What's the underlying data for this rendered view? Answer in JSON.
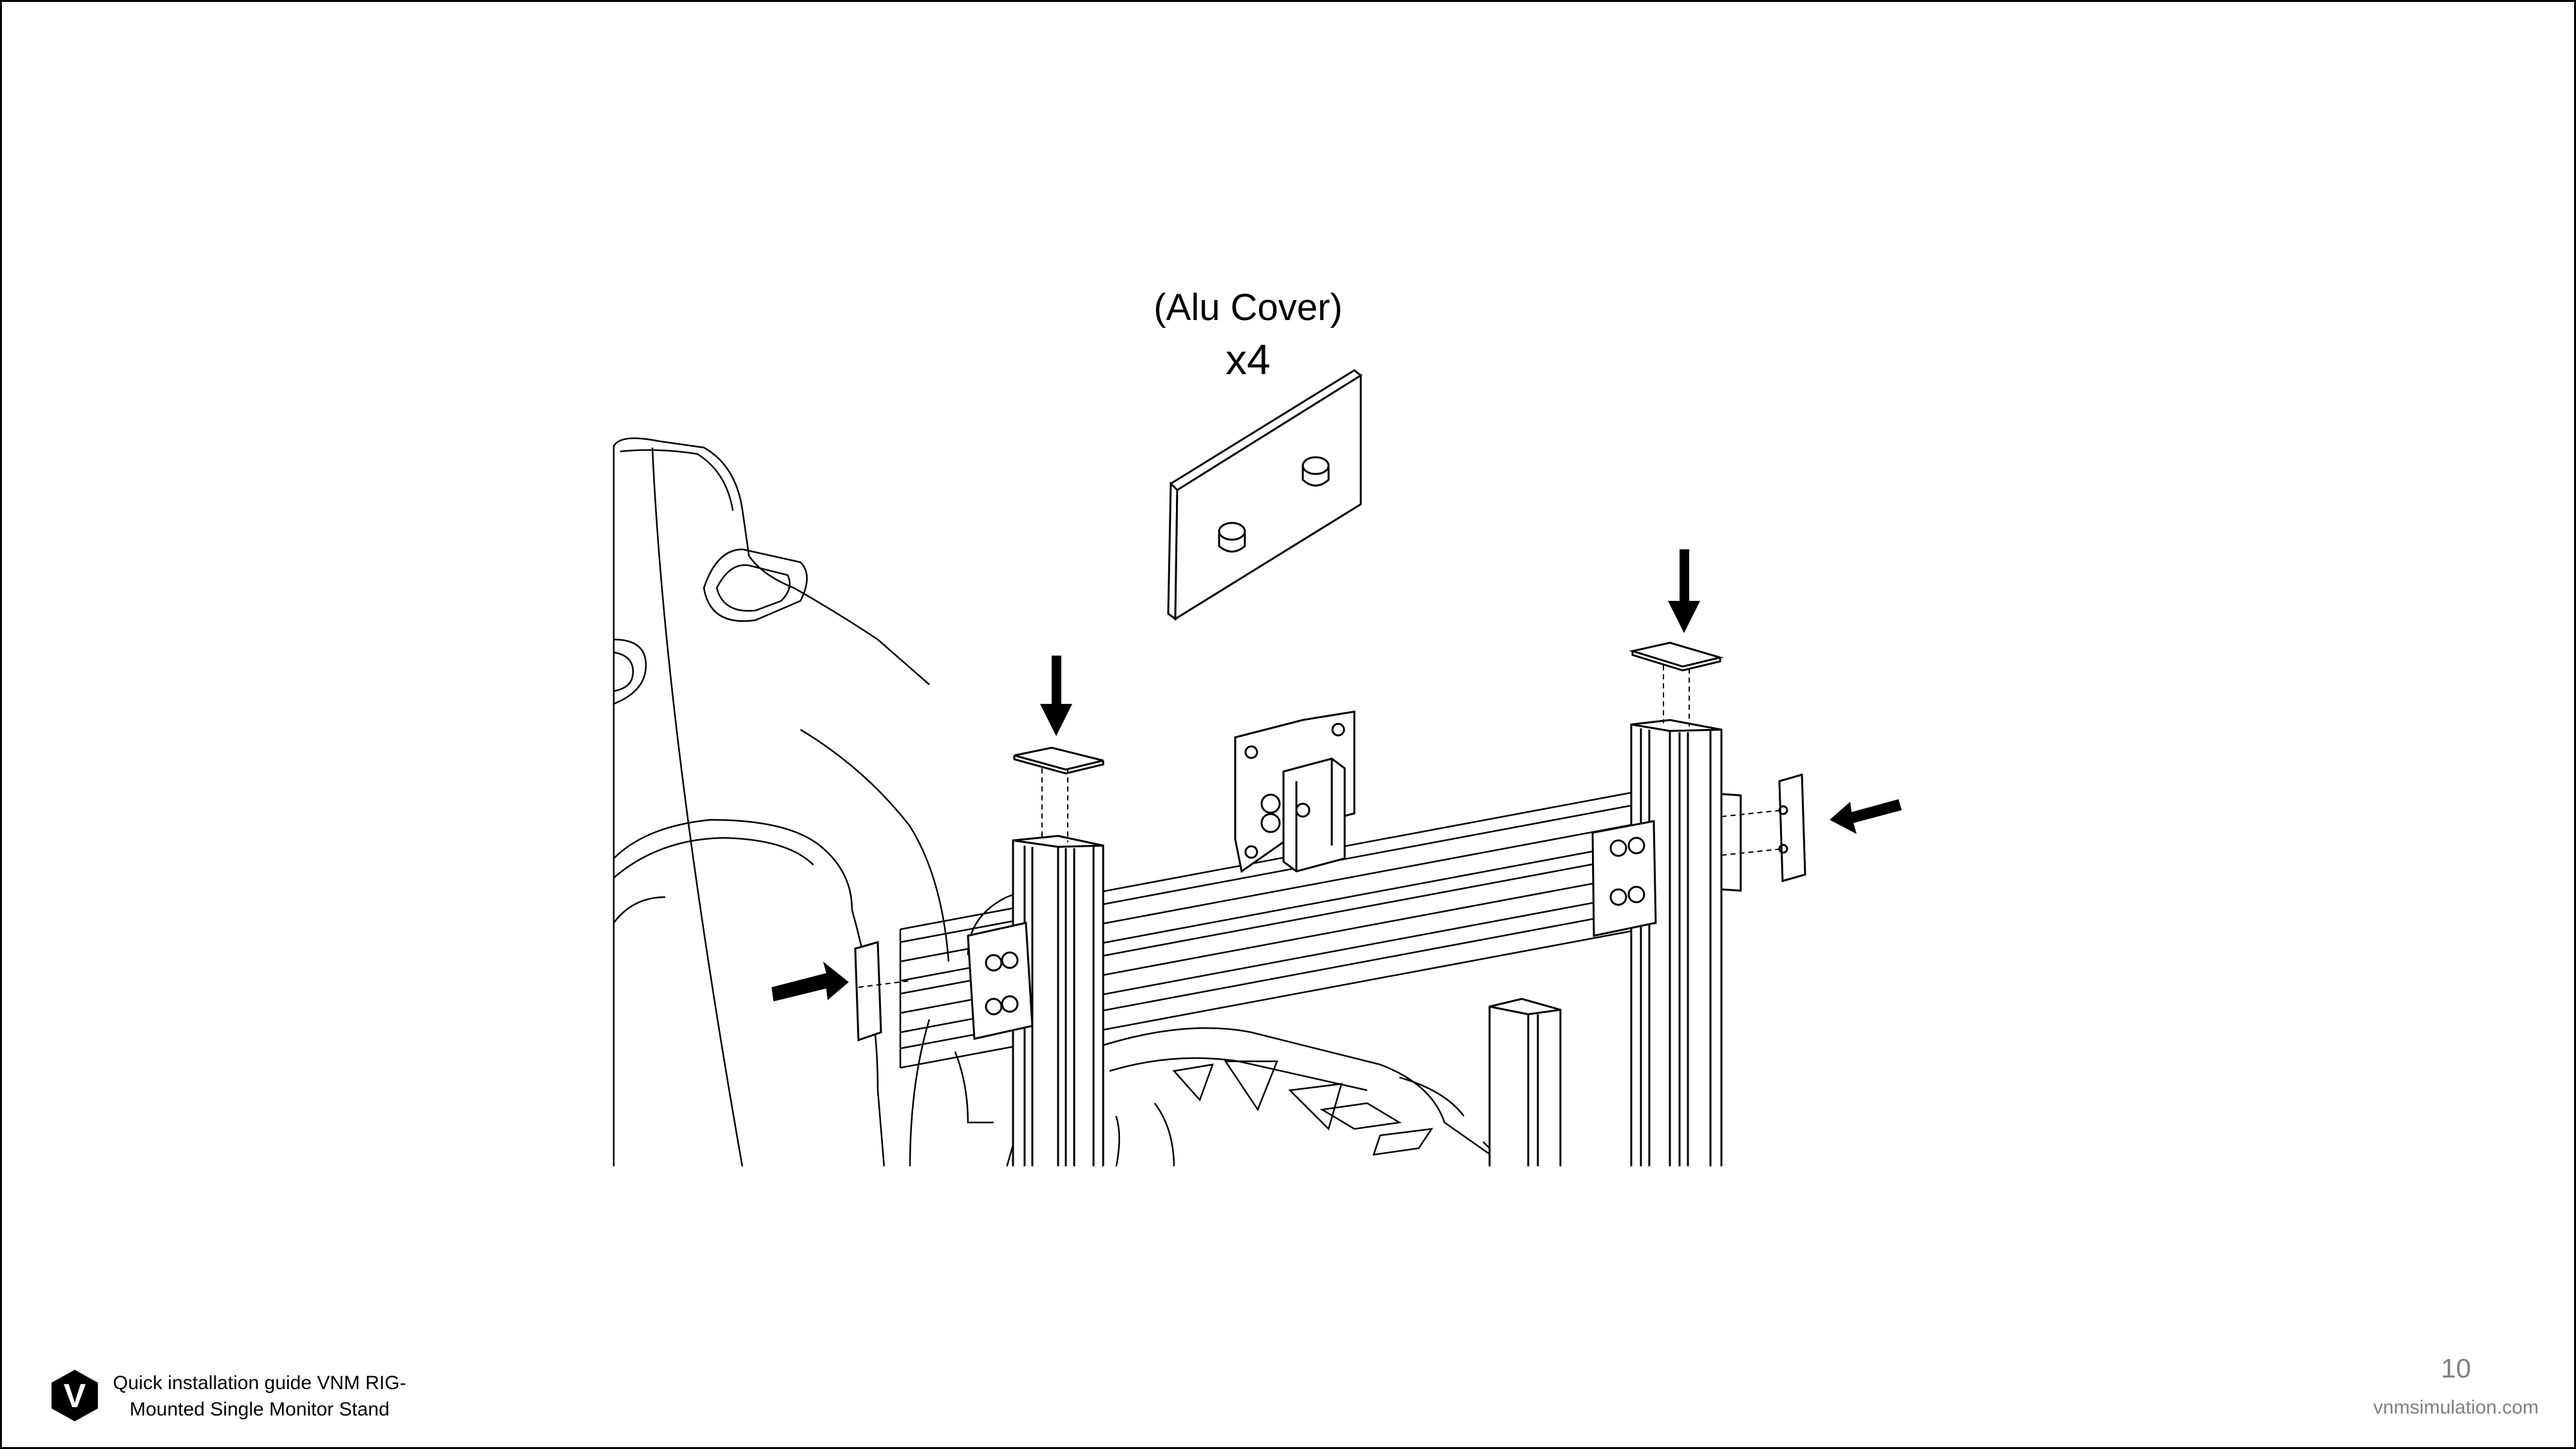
{
  "figure": {
    "part_name": "(Alu Cover)",
    "quantity": "x4"
  },
  "footer": {
    "logo_icon": "vnm-shield-logo-icon",
    "logo_letter": "V",
    "title": "Quick installation guide VNM RIG- Mounted Single Monitor Stand",
    "page_number": "10",
    "website": "vnmsimulation.com"
  },
  "colors": {
    "line": "#000000",
    "muted_text": "#7f7f7f",
    "background": "#ffffff"
  }
}
